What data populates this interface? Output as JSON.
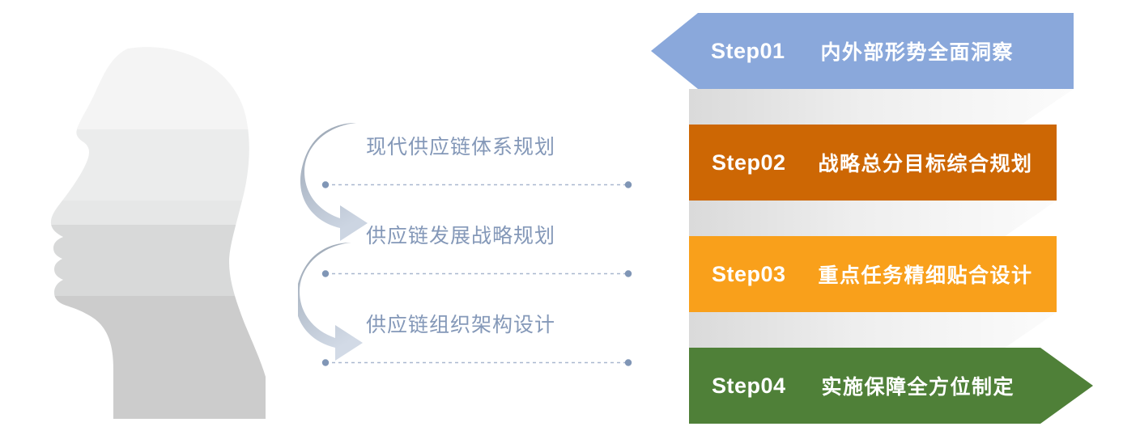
{
  "illustration": {
    "head_icon": "human-head-profile-icon",
    "arrow_icon": "curved-arrow-icon",
    "head_band_colors": [
      "#f4f4f4",
      "#e9eaea",
      "#dddddd",
      "#d2d2d2",
      "#c9c9c9"
    ],
    "arrow_color_top": "#9aa5b1",
    "arrow_color_bottom": "#c5cedd"
  },
  "labels": {
    "color": "#8498b8",
    "dash_color": "#a9b7cf",
    "items": [
      {
        "text": "现代供应链体系规划"
      },
      {
        "text": "供应链发展战略规划"
      },
      {
        "text": "供应链组织架构设计"
      }
    ]
  },
  "steps": [
    {
      "num": "Step01",
      "desc": "内外部形势全面洞察",
      "color": "#8aa8db",
      "shape": "left-notch-chevron"
    },
    {
      "num": "Step02",
      "desc": "战略总分目标综合规划",
      "color": "#cd6704",
      "shape": "rectangle"
    },
    {
      "num": "Step03",
      "desc": "重点任务精细贴合设计",
      "color": "#f9a01b",
      "shape": "rectangle"
    },
    {
      "num": "Step04",
      "desc": "实施保障全方位制定",
      "color": "#4f8038",
      "shape": "right-arrow"
    }
  ],
  "connectors": {
    "color_start": "#d9d9d9",
    "color_end": "#f7f7f7",
    "count": 3
  }
}
